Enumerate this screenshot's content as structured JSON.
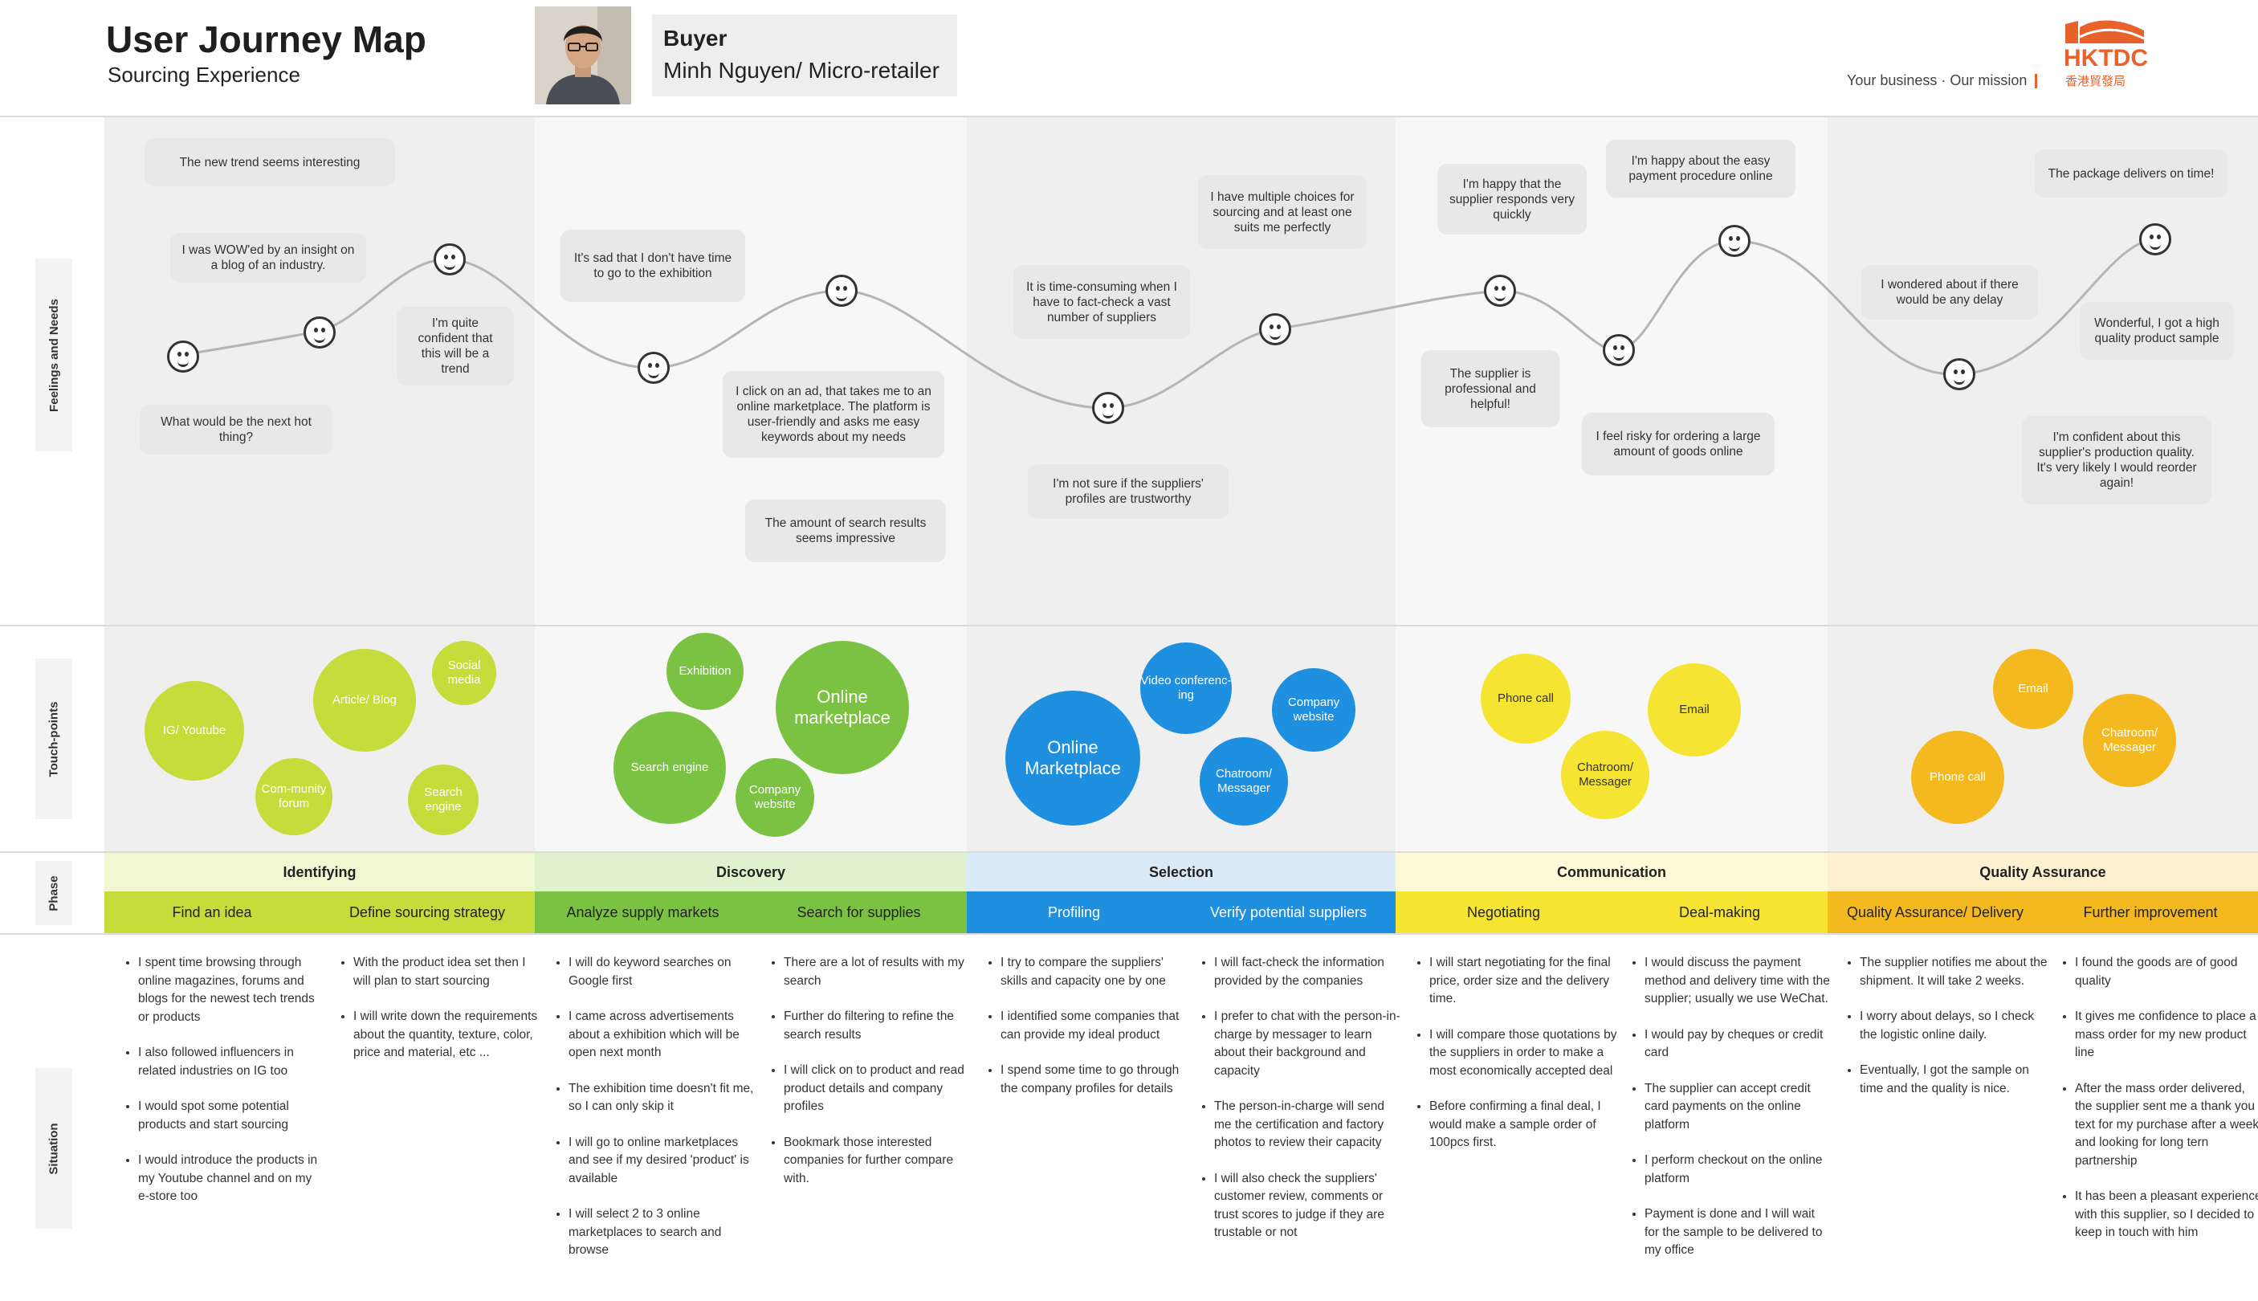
{
  "header": {
    "title": "User Journey Map",
    "subtitle": "Sourcing Experience",
    "persona_role": "Buyer",
    "persona_name": "Minh Nguyen/ Micro-retailer",
    "logo_text": "HKTDC",
    "logo_chinese": "香港貿發局",
    "tagline": "Your business · Our mission"
  },
  "row_labels": {
    "feelings": "Feelings and Needs",
    "touchpoints": "Touch-points",
    "phase": "Phase",
    "situation": "Situation"
  },
  "colors": {
    "identifying": "#c5dc3a",
    "discovery": "#7cc242",
    "selection": "#1f8fe0",
    "communication": "#f5e431",
    "quality": "#f4b91f"
  },
  "feelings": [
    "The new trend seems interesting",
    "I was WOW'ed by an insight on a blog of an industry.",
    "I'm quite confident that this will be a trend",
    "What would be the next hot thing?",
    "It's sad that I don't have time to go to the exhibition",
    "I click on an ad, that takes me to an online marketplace. The platform is user-friendly and asks me easy keywords about my needs",
    "The amount of search results seems impressive",
    "It is time-consuming when I have to fact-check a vast number of suppliers",
    "I have multiple choices for sourcing and at least one suits me perfectly",
    "I'm not sure if the suppliers' profiles are trustworthy",
    "I'm happy that the supplier responds very quickly",
    "I'm happy about the easy payment procedure online",
    "The supplier is professional and helpful!",
    "I feel risky for ordering a large amount of goods online",
    "The package delivers on time!",
    "I wondered about if there would be any delay",
    "Wonderful, I got a high quality product sample",
    "I'm confident about this supplier's production quality. It's very likely I would reorder again!"
  ],
  "touchpoints": {
    "identifying": [
      "IG/ Youtube",
      "Article/ Blog",
      "Social media",
      "Com-munity forum",
      "Search engine"
    ],
    "discovery": [
      "Exhibition",
      "Online marketplace",
      "Search engine",
      "Company website"
    ],
    "selection": [
      "Video conferenc-ing",
      "Online Marketplace",
      "Company website",
      "Chatroom/ Messager"
    ],
    "communication": [
      "Phone call",
      "Email",
      "Chatroom/ Messager"
    ],
    "quality": [
      "Email",
      "Phone call",
      "Chatroom/ Messager"
    ]
  },
  "phases": [
    {
      "name": "Identifying",
      "subs": [
        "Find an idea",
        "Define sourcing strategy"
      ]
    },
    {
      "name": "Discovery",
      "subs": [
        "Analyze supply markets",
        "Search for supplies"
      ]
    },
    {
      "name": "Selection",
      "subs": [
        "Profiling",
        "Verify potential suppliers"
      ]
    },
    {
      "name": "Communication",
      "subs": [
        "Negotiating",
        "Deal-making"
      ]
    },
    {
      "name": "Quality Assurance",
      "subs": [
        "Quality Assurance/ Delivery",
        "Further improvement"
      ]
    }
  ],
  "situations": [
    [
      "I spent time browsing through online magazines, forums and blogs for the newest tech trends or products",
      "I also followed influencers in related industries on IG too",
      "I would spot some potential products and start sourcing",
      "I would introduce the products in my Youtube channel and on my e-store too"
    ],
    [
      "With the product idea set then I will plan to start sourcing",
      "I will write down the requirements about the quantity, texture, color, price and material, etc ..."
    ],
    [
      "I will do keyword searches on Google first",
      "I came across advertisements about a exhibition which will be open next month",
      "The exhibition time doesn't fit me, so I can only skip it",
      "I will go to online marketplaces and see if my desired 'product' is available",
      "I will select 2 to 3 online marketplaces to search and browse"
    ],
    [
      "There are a lot of results with my search",
      "Further do filtering to refine the search results",
      "I will click on to product and read product details and company profiles",
      "Bookmark those interested companies for further compare with."
    ],
    [
      "I try to compare the suppliers' skills and capacity one by one",
      "I identified some companies that can provide my ideal product",
      "I spend some time to go through the company profiles for details"
    ],
    [
      "I will fact-check the information provided by the companies",
      "I prefer to chat with the person-in-charge by messager to learn about their background and capacity",
      "The person-in-charge will send me the certification and factory photos to review their capacity",
      "I will also check the suppliers' customer review, comments or trust scores to judge if they are trustable or not"
    ],
    [
      "I will start negotiating for the final price, order size and the delivery time.",
      "I will compare those quotations by the suppliers in order to make a most economically accepted deal",
      "Before confirming a final deal, I would make a sample order of 100pcs first."
    ],
    [
      "I would discuss the payment method and delivery time with the supplier; usually we use WeChat.",
      "I would pay by cheques or credit card",
      "The supplier can accept credit card payments on the online platform",
      "I perform checkout on the online platform",
      "Payment is done and I will wait for the sample to be delivered to my office"
    ],
    [
      "The supplier notifies me about the shipment. It will take 2 weeks.",
      "I worry about delays, so I check the logistic online daily.",
      "Eventually, I got the sample on time and the quality is nice."
    ],
    [
      "I found the goods are of good quality",
      "It gives me confidence to place a mass order for my new product line",
      "After the mass order delivered, the supplier sent me a thank you text for my purchase after a week and looking for long tern partnership",
      "It has been a pleasant experience with this supplier, so I decided to keep in touch with him"
    ]
  ]
}
